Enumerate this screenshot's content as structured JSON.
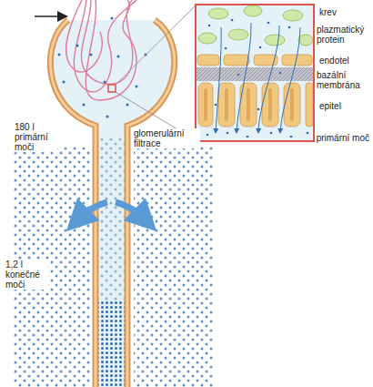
{
  "diagram": {
    "labels": [
      "krev",
      "plazmatický protein",
      "endotel",
      "bazální membrána",
      "epitel",
      "primární moč",
      "180 l primární moči",
      "glomerulární filtrace",
      "1,2 l konečné moči"
    ]
  }
}
